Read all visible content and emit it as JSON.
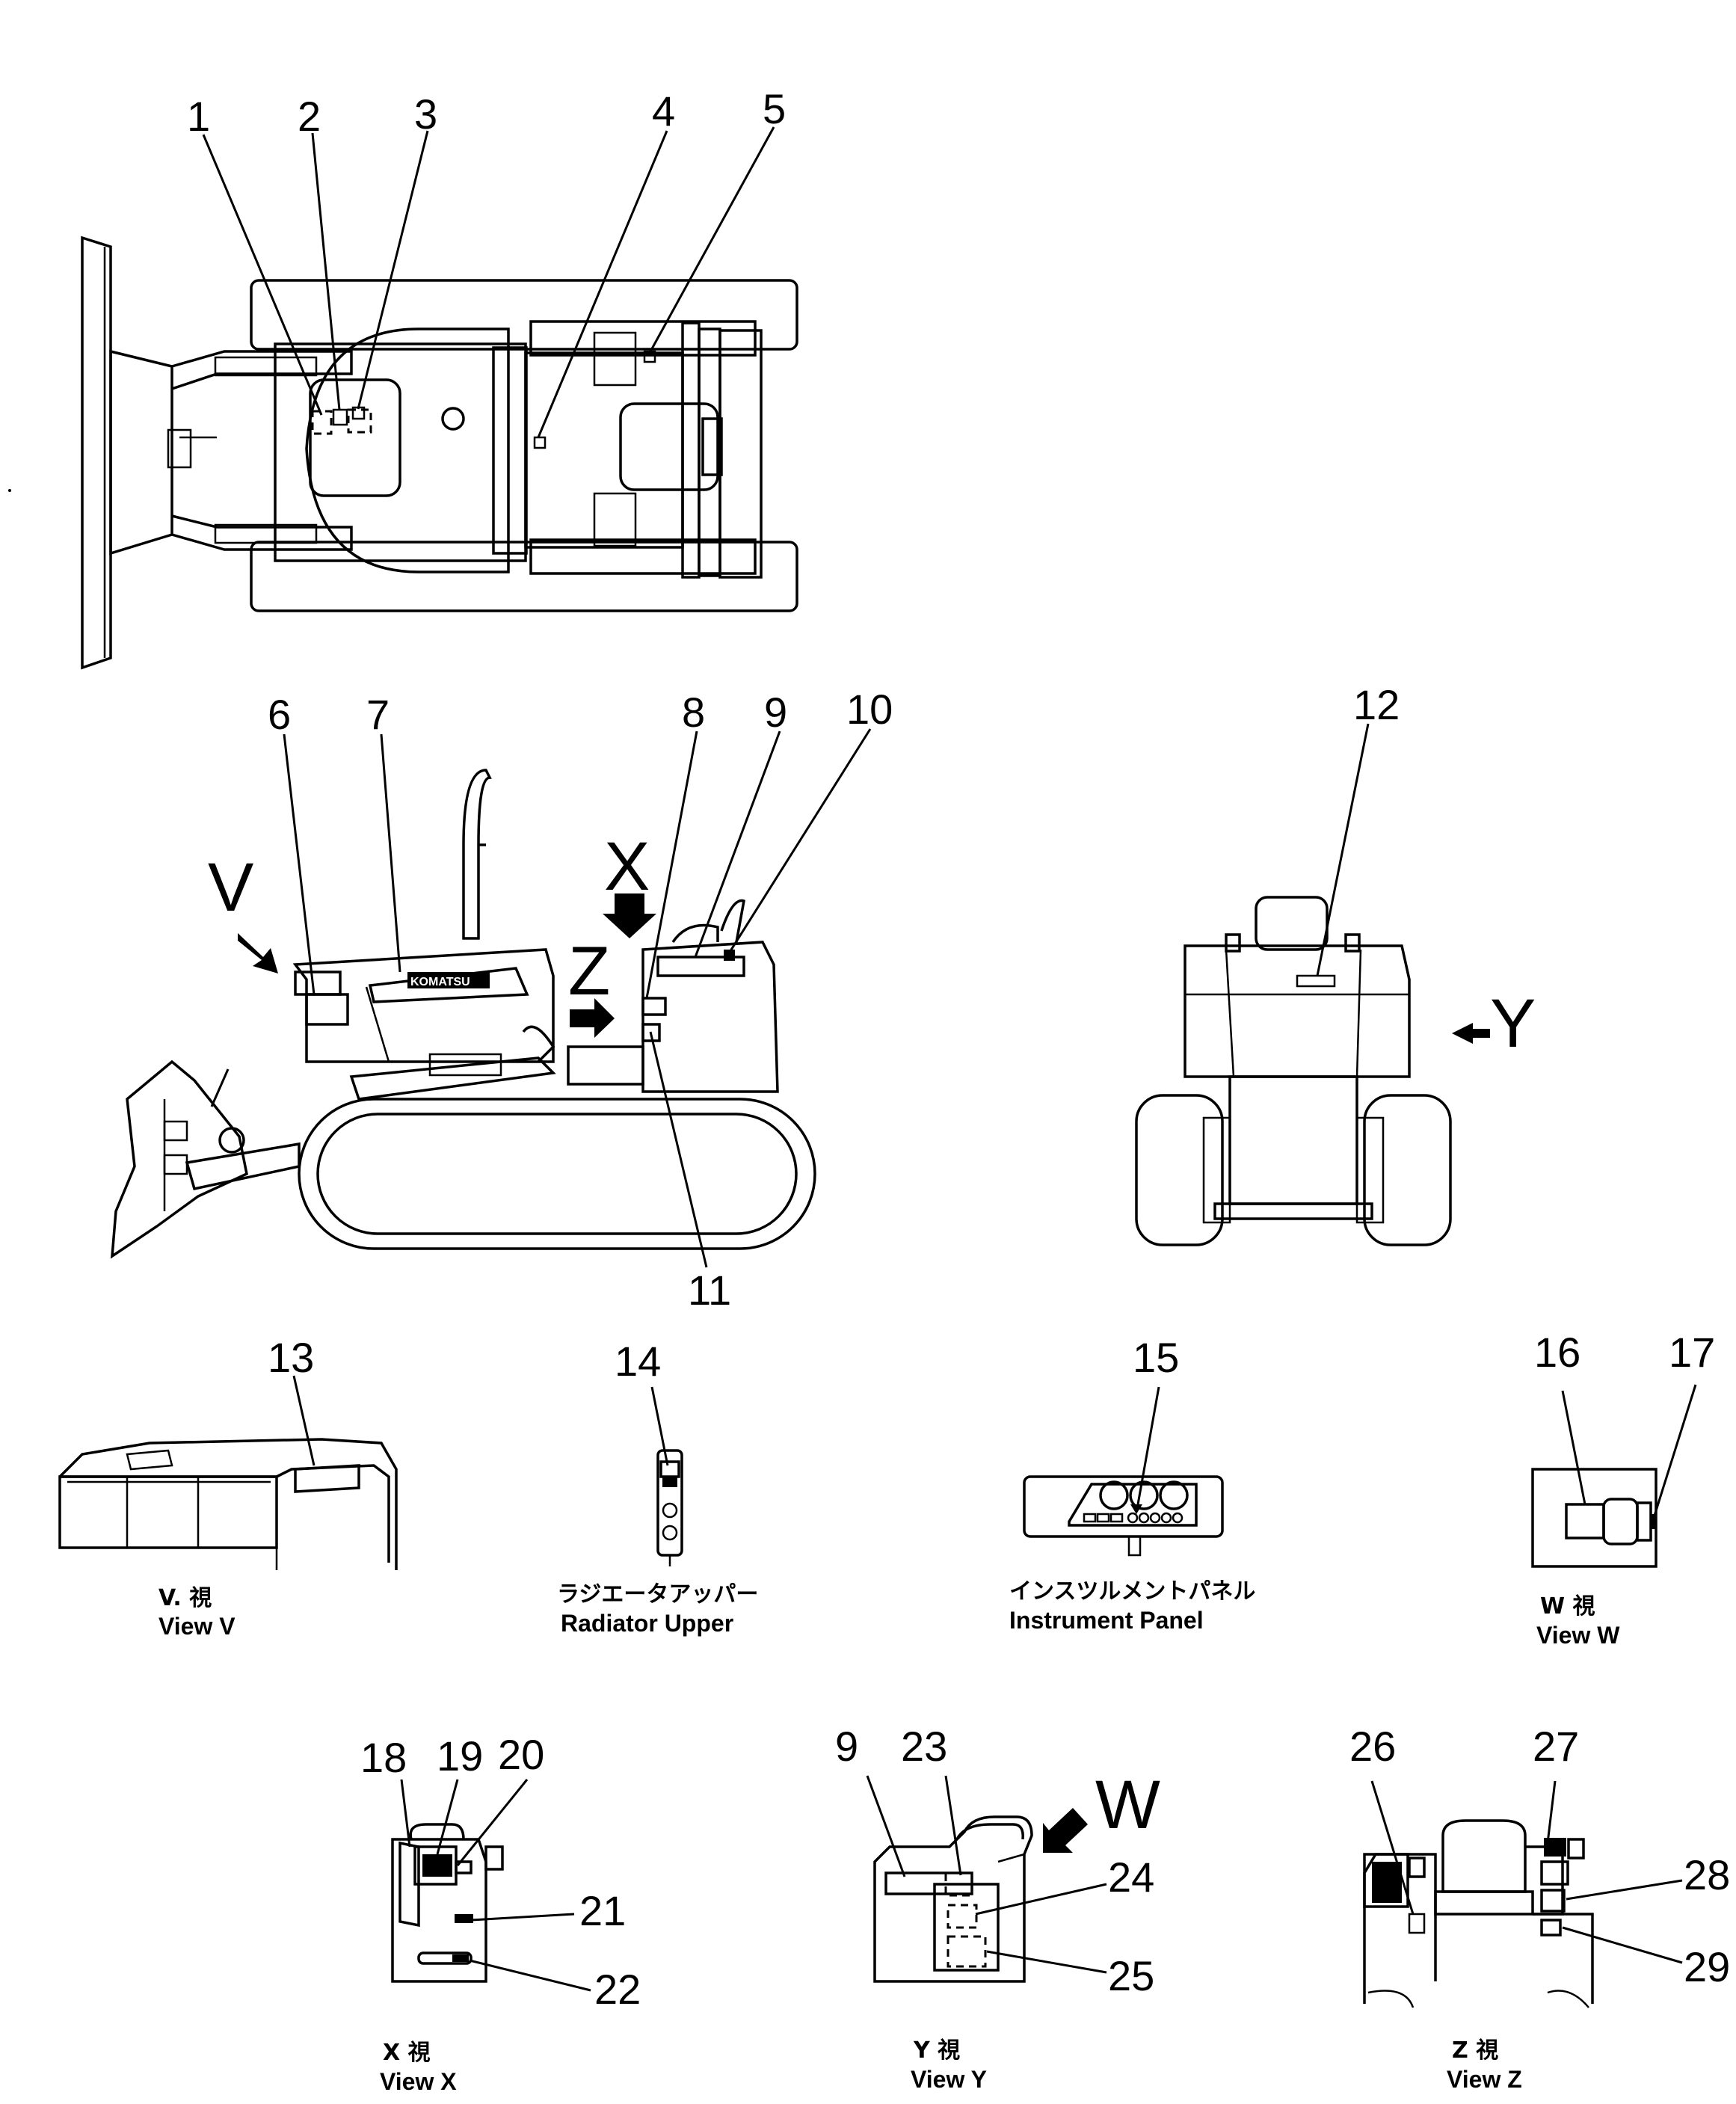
{
  "callouts": {
    "c1": "1",
    "c2": "2",
    "c3": "3",
    "c4": "4",
    "c5": "5",
    "c6": "6",
    "c7": "7",
    "c8": "8",
    "c9": "9",
    "c10": "10",
    "c11": "11",
    "c12": "12",
    "c13": "13",
    "c14": "14",
    "c15": "15",
    "c16": "16",
    "c17": "17",
    "c18": "18",
    "c19": "19",
    "c20": "20",
    "c21": "21",
    "c22": "22",
    "c9b": "9",
    "c23": "23",
    "c24": "24",
    "c25": "25",
    "c26": "26",
    "c27": "27",
    "c28": "28",
    "c29": "29"
  },
  "view_letters": {
    "v": "V",
    "x": "X",
    "z": "Z",
    "y": "Y",
    "w": "W"
  },
  "captions": {
    "view_v_jp": "V. 視",
    "view_v_en": "View V",
    "radiator_jp": "ラジエータアッパー",
    "radiator_en": "Radiator Upper",
    "panel_jp": "インスツルメントパネル",
    "panel_en": "Instrument Panel",
    "view_w_jp": "W 視",
    "view_w_en": "View W",
    "view_x_jp": "X 視",
    "view_x_en": "View X",
    "view_y_jp": "Y 視",
    "view_y_en": "View Y",
    "view_z_jp": "Z 視",
    "view_z_en": "View Z"
  },
  "brand_badge": "KOMATSU"
}
